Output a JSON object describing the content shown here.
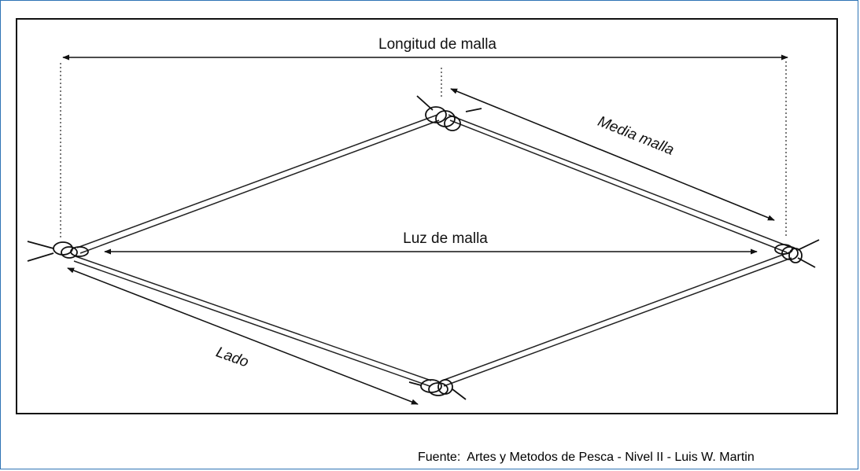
{
  "diagram": {
    "labels": {
      "mesh_length": "Longitud de malla",
      "half_mesh": "Media malla",
      "mesh_opening": "Luz de malla",
      "side": "Lado"
    }
  },
  "caption": {
    "source": "Fuente:  Artes y Metodos de Pesca - Nivel II - Luis W. Martin"
  },
  "colors": {
    "frame_border": "#2e74b5",
    "line": "#111111",
    "background": "#ffffff"
  }
}
